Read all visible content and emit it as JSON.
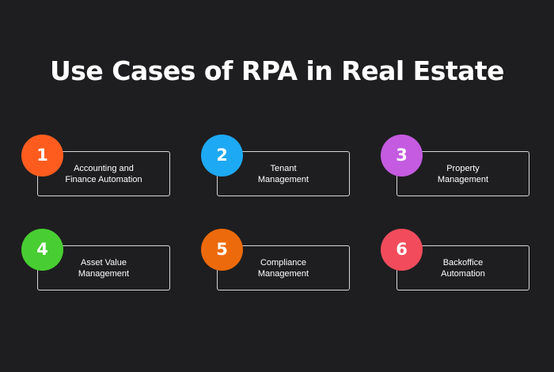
{
  "title": "Use Cases of RPA in Real Estate",
  "items": [
    {
      "number": "1",
      "label": "Accounting and\nFinance Automation",
      "color": "#fe5c1f"
    },
    {
      "number": "2",
      "label": "Tenant\nManagement",
      "color": "#1ea9f4"
    },
    {
      "number": "3",
      "label": "Property\nManagement",
      "color": "#c45be0"
    },
    {
      "number": "4",
      "label": "Asset Value\nManagement",
      "color": "#48ce32"
    },
    {
      "number": "5",
      "label": "Compliance\nManagement",
      "color": "#ec6a0c"
    },
    {
      "number": "6",
      "label": "Backoffice\nAutomation",
      "color": "#f24c5c"
    }
  ]
}
